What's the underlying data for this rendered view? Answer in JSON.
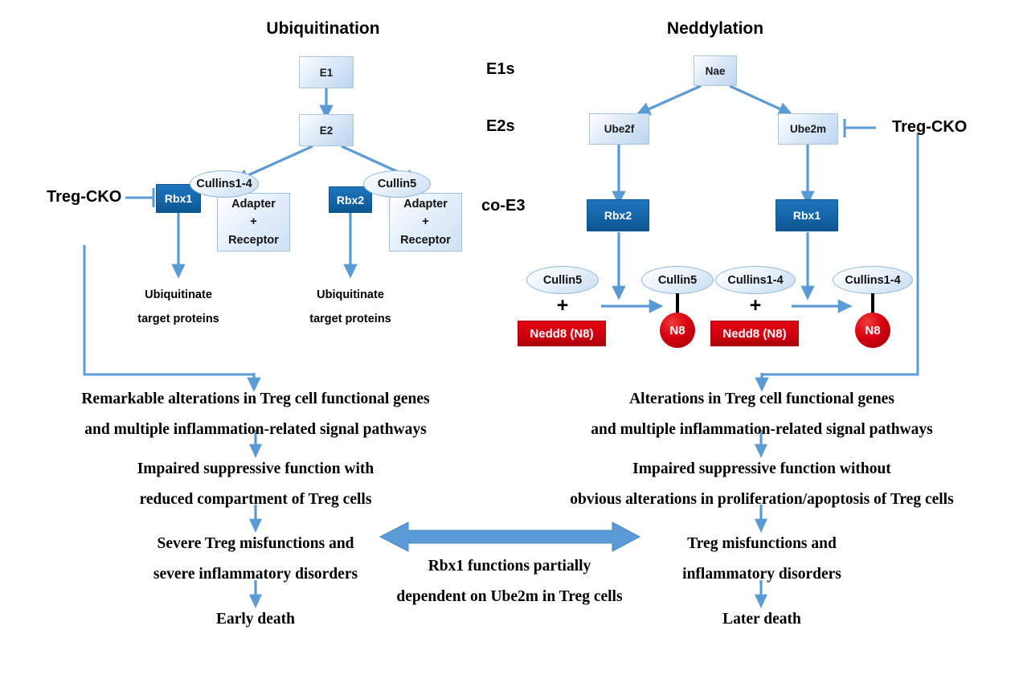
{
  "figure": {
    "titles": {
      "left": "Ubiquitination",
      "right": "Neddylation"
    },
    "stage_labels": [
      {
        "id": "e1s",
        "text": "E1s"
      },
      {
        "id": "e2s",
        "text": "E2s"
      },
      {
        "id": "coe3",
        "text": "co-E3"
      }
    ],
    "colors": {
      "arrow_blue": "#5B9BD5",
      "dark_blue_box": "#1565A8",
      "light_blue_box": "#DCE9F7",
      "red_box": "#D10010",
      "n8_circle": "#C00010",
      "text_black": "#000000"
    }
  },
  "ubiquitination": {
    "nodes": {
      "e1": "E1",
      "e2": "E2",
      "rbx1": "Rbx1",
      "rbx2": "Rbx2",
      "cullins14": "Cullins1-4",
      "cullin5": "Cullin5",
      "adapter_line1": "Adapter",
      "adapter_plus": "+",
      "adapter_line2": "Receptor"
    },
    "knockout_label": "Treg-CKO",
    "outputs": [
      {
        "line1": "Ubiquitinate",
        "line2": "target proteins"
      },
      {
        "line1": "Ubiquitinate",
        "line2": "target proteins"
      }
    ],
    "consequences": [
      {
        "line1": "Remarkable alterations in Treg cell functional genes",
        "line2": "and multiple inflammation-related signal pathways"
      },
      {
        "line1": "Impaired suppressive function with",
        "line2": "reduced compartment of Treg cells"
      },
      {
        "line1": "Severe Treg misfunctions and",
        "line2": "severe inflammatory disorders"
      },
      {
        "line1": "Early death",
        "line2": ""
      }
    ]
  },
  "neddylation": {
    "nodes": {
      "nae": "Nae",
      "ube2f": "Ube2f",
      "ube2m": "Ube2m",
      "rbx2": "Rbx2",
      "rbx1": "Rbx1"
    },
    "knockout_label": "Treg-CKO",
    "conjugation": [
      {
        "substrate": "Cullin5",
        "plus": "+",
        "donor": "Nedd8 (N8)",
        "product_label": "Cullin5",
        "product_tag": "N8"
      },
      {
        "substrate": "Cullins1-4",
        "plus": "+",
        "donor": "Nedd8 (N8)",
        "product_label": "Cullins1-4",
        "product_tag": "N8"
      }
    ],
    "consequences": [
      {
        "line1": "Alterations in Treg cell functional genes",
        "line2": "and multiple inflammation-related signal pathways"
      },
      {
        "line1": "Impaired suppressive function without",
        "line2": "obvious alterations in proliferation/apoptosis of Treg cells"
      },
      {
        "line1": "Treg misfunctions and",
        "line2": "inflammatory disorders"
      },
      {
        "line1": "Later death",
        "line2": ""
      }
    ]
  },
  "center_note": {
    "line1": "Rbx1 functions partially",
    "line2": "dependent on Ube2m in Treg cells"
  }
}
